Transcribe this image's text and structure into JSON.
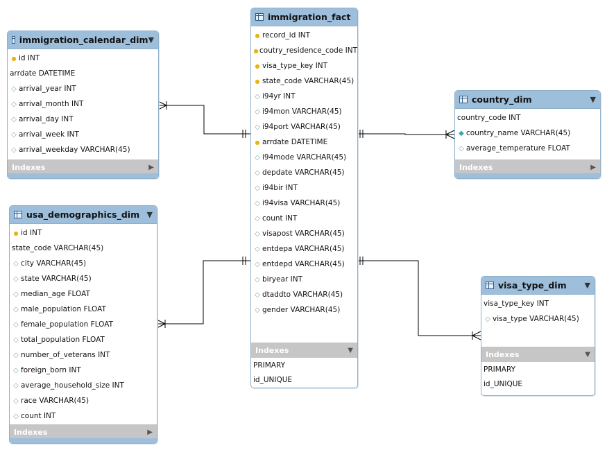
{
  "tables": {
    "immigration_fact": {
      "name": "immigration_fact",
      "columns": [
        {
          "text": "record_id INT",
          "icon": "key-icon"
        },
        {
          "text": "coutry_residence_code INT",
          "icon": "key-icon"
        },
        {
          "text": "visa_type_key INT",
          "icon": "key-icon"
        },
        {
          "text": "state_code VARCHAR(45)",
          "icon": "key-icon"
        },
        {
          "text": "i94yr INT",
          "icon": "diamond-icon"
        },
        {
          "text": "i94mon VARCHAR(45)",
          "icon": "diamond-icon"
        },
        {
          "text": "i94port VARCHAR(45)",
          "icon": "diamond-icon"
        },
        {
          "text": "arrdate DATETIME",
          "icon": "key-icon"
        },
        {
          "text": "i94mode VARCHAR(45)",
          "icon": "diamond-icon"
        },
        {
          "text": "depdate VARCHAR(45)",
          "icon": "diamond-icon"
        },
        {
          "text": "i94bir INT",
          "icon": "diamond-icon"
        },
        {
          "text": "i94visa VARCHAR(45)",
          "icon": "diamond-icon"
        },
        {
          "text": "count INT",
          "icon": "diamond-icon"
        },
        {
          "text": "visapost VARCHAR(45)",
          "icon": "diamond-icon"
        },
        {
          "text": "entdepa VARCHAR(45)",
          "icon": "diamond-icon"
        },
        {
          "text": "entdepd VARCHAR(45)",
          "icon": "diamond-icon"
        },
        {
          "text": "biryear INT",
          "icon": "diamond-icon"
        },
        {
          "text": "dtaddto VARCHAR(45)",
          "icon": "diamond-icon"
        },
        {
          "text": "gender VARCHAR(45)",
          "icon": "diamond-icon"
        }
      ],
      "indexes_label": "Indexes",
      "indexes": [
        "PRIMARY",
        "id_UNIQUE"
      ]
    },
    "immigration_calendar_dim": {
      "name": "immigration_calendar_dim",
      "columns": [
        {
          "text": "id INT",
          "icon": "key-icon"
        },
        {
          "text": "arrdate DATETIME",
          "icon": ""
        },
        {
          "text": "arrival_year INT",
          "icon": "diamond-icon"
        },
        {
          "text": "arrival_month INT",
          "icon": "diamond-icon"
        },
        {
          "text": "arrival_day INT",
          "icon": "diamond-icon"
        },
        {
          "text": "arrival_week INT",
          "icon": "diamond-icon"
        },
        {
          "text": "arrival_weekday VARCHAR(45)",
          "icon": "diamond-icon"
        }
      ],
      "indexes_label": "Indexes",
      "indexes": []
    },
    "usa_demographics_dim": {
      "name": "usa_demographics_dim",
      "columns": [
        {
          "text": "id INT",
          "icon": "key-icon"
        },
        {
          "text": "state_code VARCHAR(45)",
          "icon": ""
        },
        {
          "text": "city VARCHAR(45)",
          "icon": "diamond-icon"
        },
        {
          "text": "state VARCHAR(45)",
          "icon": "diamond-icon"
        },
        {
          "text": "median_age FLOAT",
          "icon": "diamond-icon"
        },
        {
          "text": "male_population FLOAT",
          "icon": "diamond-icon"
        },
        {
          "text": "female_population FLOAT",
          "icon": "diamond-icon"
        },
        {
          "text": "total_population FLOAT",
          "icon": "diamond-icon"
        },
        {
          "text": "number_of_veterans INT",
          "icon": "diamond-icon"
        },
        {
          "text": "foreign_born INT",
          "icon": "diamond-icon"
        },
        {
          "text": "average_household_size INT",
          "icon": "diamond-icon"
        },
        {
          "text": "race VARCHAR(45)",
          "icon": "diamond-icon"
        },
        {
          "text": "count INT",
          "icon": "diamond-icon"
        }
      ],
      "indexes_label": "Indexes",
      "indexes": []
    },
    "country_dim": {
      "name": "country_dim",
      "columns": [
        {
          "text": "country_code INT",
          "icon": ""
        },
        {
          "text": "country_name VARCHAR(45)",
          "icon": "filled-diamond-icon"
        },
        {
          "text": "average_temperature FLOAT",
          "icon": "diamond-icon"
        }
      ],
      "indexes_label": "Indexes",
      "indexes": []
    },
    "visa_type_dim": {
      "name": "visa_type_dim",
      "columns": [
        {
          "text": "visa_type_key INT",
          "icon": ""
        },
        {
          "text": "visa_type VARCHAR(45)",
          "icon": "diamond-icon"
        }
      ],
      "indexes_label": "Indexes",
      "indexes": [
        "PRIMARY",
        "id_UNIQUE"
      ]
    }
  },
  "colors": {
    "header": "#9ebfdb",
    "border": "#8fb0cb",
    "indexes_bar": "#c6c6c6",
    "key": "#e8b50f",
    "line": "#000000"
  }
}
